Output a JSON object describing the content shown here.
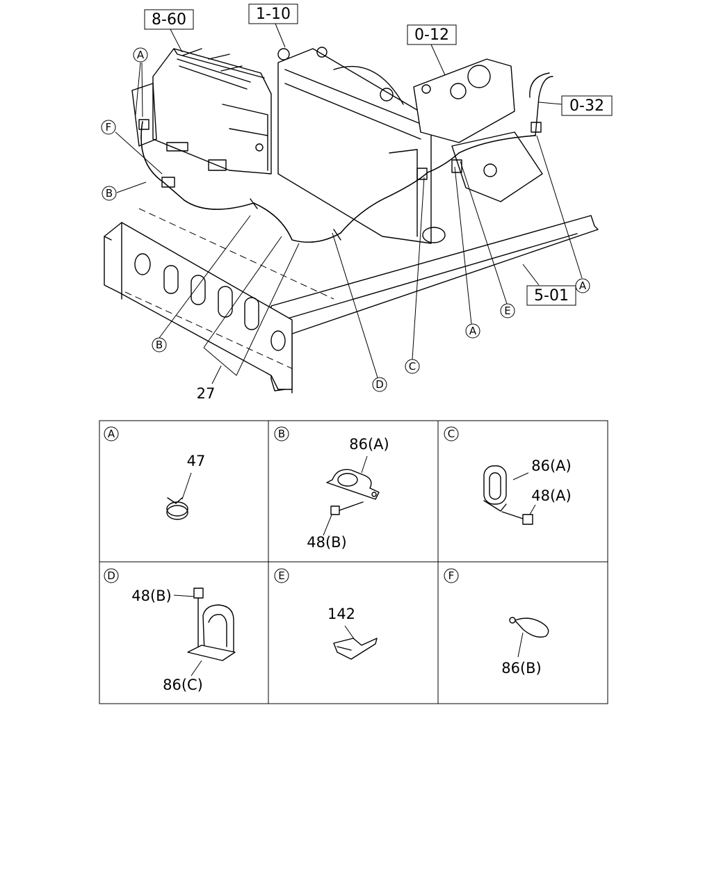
{
  "references": {
    "r1": "8-60",
    "r2": "1-10",
    "r3": "0-12",
    "r4": "0-32",
    "r5": "5-01"
  },
  "main_callouts": {
    "top_a": "A",
    "f": "F",
    "b_left": "B",
    "b_lower": "B",
    "d": "D",
    "c": "C",
    "a_mid": "A",
    "e": "E",
    "a_right": "A"
  },
  "main_part": "27",
  "details": [
    {
      "letter": "A",
      "parts": [
        "47"
      ]
    },
    {
      "letter": "B",
      "parts": [
        "86(A)",
        "48(B)"
      ]
    },
    {
      "letter": "C",
      "parts": [
        "86(A)",
        "48(A)"
      ]
    },
    {
      "letter": "D",
      "parts": [
        "48(B)",
        "86(C)"
      ]
    },
    {
      "letter": "E",
      "parts": [
        "142"
      ]
    },
    {
      "letter": "F",
      "parts": [
        "86(B)"
      ]
    }
  ]
}
